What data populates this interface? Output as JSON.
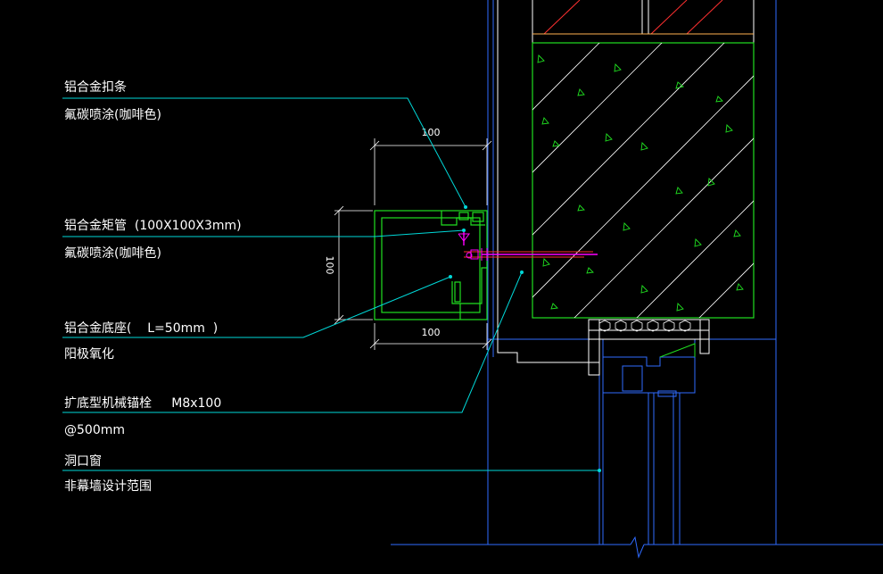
{
  "colors": {
    "background": "#000000",
    "blue": "#2f6bff",
    "cyan": "#00d8d8",
    "green": "#20e020",
    "white": "#ffffff",
    "yellow": "#d8d800",
    "magenta": "#ff00ff",
    "red": "#ff3030",
    "orange": "#ffb050"
  },
  "annotations": {
    "aluminum_cover": {
      "line1": "铝合金扣条",
      "line2": "氟碳喷涂(咖啡色)"
    },
    "aluminum_tube": {
      "line1": "铝合金矩管  (100X100X3mm)",
      "line2": "氟碳喷涂(咖啡色)"
    },
    "aluminum_base": {
      "line1": "铝合金底座(    L=50mm  )",
      "line2": "阳极氧化"
    },
    "anchor_bolt": {
      "line1": "扩底型机械锚栓     M8x100",
      "line2": "@500mm"
    },
    "opening_window": {
      "line1": "洞口窗",
      "line2": "非幕墙设计范围"
    }
  },
  "dimensions": {
    "top_width": "100",
    "side_height": "100",
    "bottom_width": "100"
  }
}
